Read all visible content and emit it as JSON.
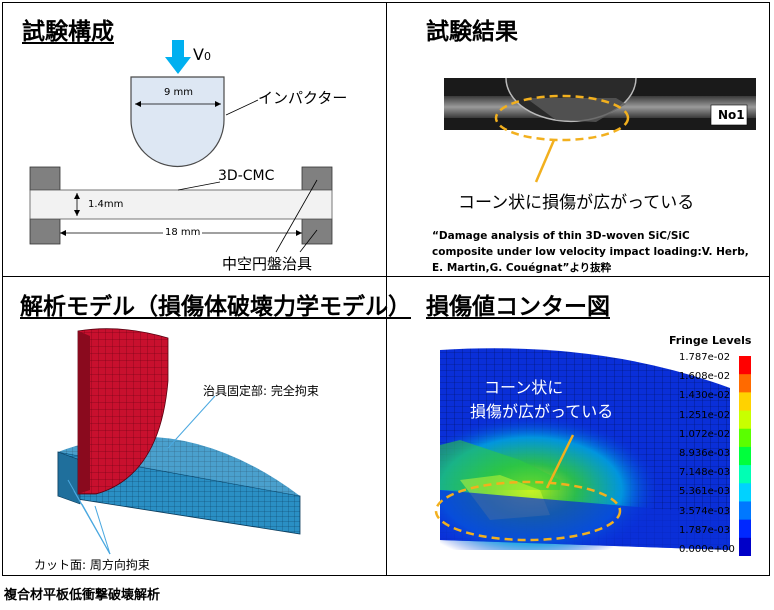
{
  "panels": {
    "test_setup": {
      "title": "試験構成",
      "velocity_label": "V",
      "velocity_sub": "0",
      "dim_width": "9 mm",
      "impactor_label": "インパクター",
      "specimen_label": "3D-CMC",
      "dim_thickness": "1.4mm",
      "dim_span": "18 mm",
      "fixture_label": "中空円盤治具"
    },
    "test_result": {
      "title": "試験結果",
      "sample_tag": "No1",
      "annotation": "コーン状に損傷が広がっている",
      "citation_lines": [
        "“Damage analysis of thin 3D-woven SiC/SiC",
        "composite under low velocity impact loading:V. Herb,",
        "E. Martin,G. Couégnat”より抜粋"
      ]
    },
    "analysis_model": {
      "title": "解析モデル（損傷体破壊力学モデル）",
      "fixed_label": "治具固定部: 完全拘束",
      "cut_label": "カット面: 周方向拘束"
    },
    "damage_contour": {
      "title": "損傷値コンター図",
      "annotation_line1": "コーン状に",
      "annotation_line2": "損傷が広がっている",
      "legend_title": "Fringe Levels",
      "legend_values": [
        "1.787e-02",
        "1.608e-02",
        "1.430e-02",
        "1.251e-02",
        "1.072e-02",
        "8.936e-03",
        "7.148e-03",
        "5.361e-03",
        "3.574e-03",
        "1.787e-03",
        "0.000e+00"
      ],
      "legend_colors": [
        "#ff0000",
        "#ff6a00",
        "#ffd200",
        "#c8ff00",
        "#5aff00",
        "#00ff3c",
        "#00ffb4",
        "#00d2ff",
        "#0078ff",
        "#0028ff",
        "#0000c8"
      ]
    }
  },
  "footer": "複合材平板低衝撃破壊解析",
  "colors": {
    "accent_annotation": "#f2b01e",
    "impactor_fill": "#dde7f3",
    "model_red": "#c8102e",
    "model_blue": "#2a8fc4"
  }
}
